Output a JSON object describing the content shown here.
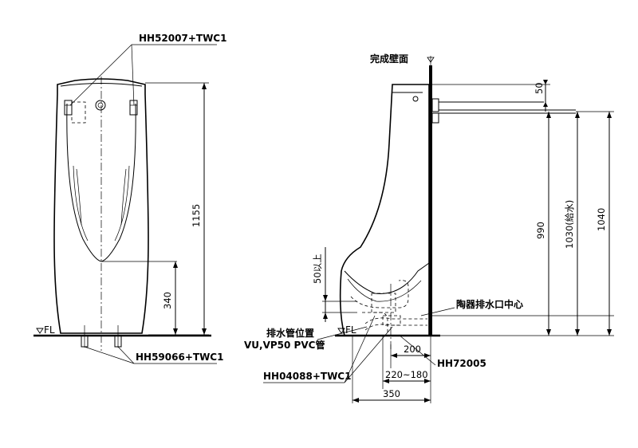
{
  "front_view": {
    "part_top": "HH52007+TWC1",
    "part_bottom": "HH59066+TWC1",
    "floor_mark": "FL",
    "dim_total_height": "1155",
    "dim_lip_height": "340"
  },
  "side_view": {
    "wall_label": "完成壁面",
    "floor_mark": "FL",
    "dim_top_offset": "50",
    "dim_990": "990",
    "dim_supply": "1030(給水)",
    "dim_total": "1040",
    "dim_min_50": "50以上",
    "drain_center_label": "陶器排水口中心",
    "drain_pipe_label_1": "排水管位置",
    "drain_pipe_label_2": "VU,VP50 PVC管",
    "part_trap": "HH04088+TWC1",
    "part_flange": "HH72005",
    "dim_200": "200",
    "dim_range": "220~180",
    "dim_350": "350"
  }
}
